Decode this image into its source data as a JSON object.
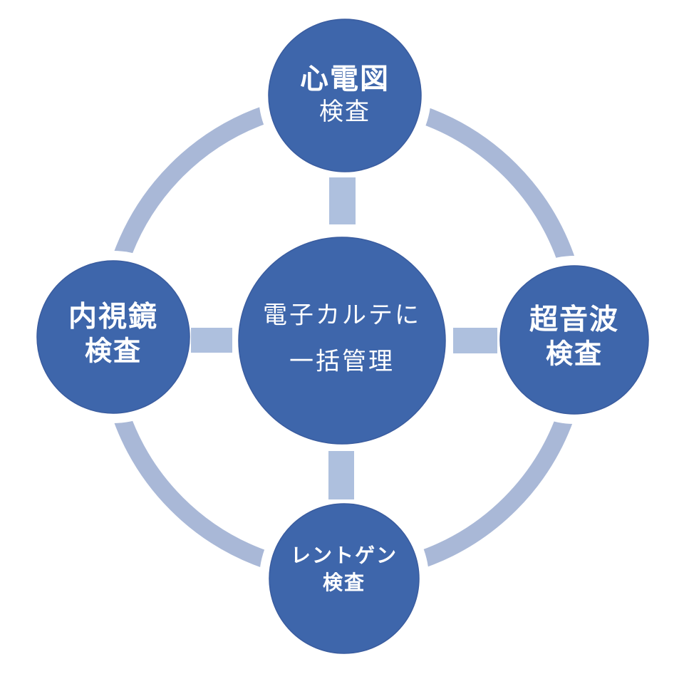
{
  "diagram": {
    "type": "cycle-hub-diagram",
    "center": {
      "line1": "電子カルテに",
      "line2": "一括管理"
    },
    "nodes": {
      "top": {
        "line1": "心電図",
        "line2": "検査"
      },
      "right": {
        "line1": "超音波",
        "line2": "検査"
      },
      "bottom": {
        "line1": "レントゲン",
        "line2": "検査"
      },
      "left": {
        "line1": "内視鏡",
        "line2": "検査"
      }
    },
    "colors": {
      "node_fill": "#3e66ab",
      "ring": "#a9b8d7",
      "connector": "#aec0de",
      "text": "#ffffff",
      "background": "#ffffff"
    }
  }
}
